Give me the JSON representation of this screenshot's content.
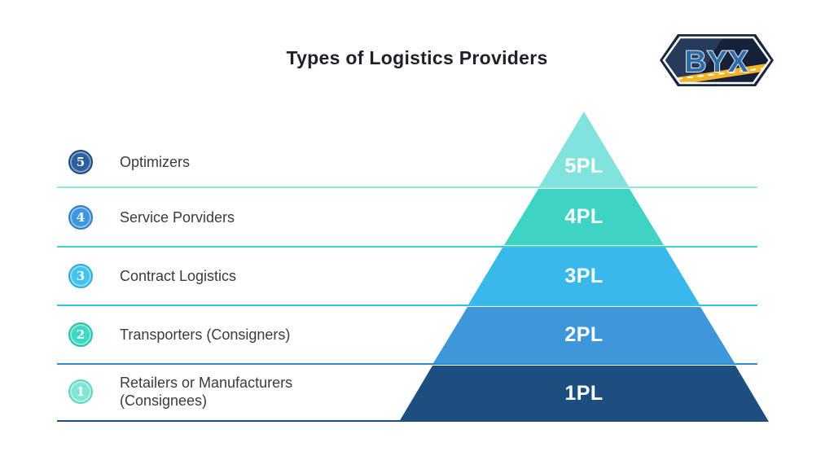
{
  "title": "Types of Logistics Providers",
  "logo": {
    "text": "BYX"
  },
  "levels": [
    {
      "num": "5",
      "label1": "Optimizers",
      "label2": "",
      "pyramid_label": "5PL",
      "badge_color": "#2c5f9e",
      "line_color": "#8ae8e4",
      "segment_color": "#82e3dc"
    },
    {
      "num": "4",
      "label1": "Service Porviders",
      "label2": "",
      "pyramid_label": "4PL",
      "badge_color": "#3e96df",
      "line_color": "#3dd4c4",
      "segment_color": "#3ed3c2"
    },
    {
      "num": "3",
      "label1": "Contract Logistics",
      "label2": "",
      "pyramid_label": "3PL",
      "badge_color": "#41c4ee",
      "line_color": "#33c2ec",
      "segment_color": "#38b9e9"
    },
    {
      "num": "2",
      "label1": "Transporters (Consigners)",
      "label2": "",
      "pyramid_label": "2PL",
      "badge_color": "#3ed8c4",
      "line_color": "#2f8cce",
      "segment_color": "#3d97d8"
    },
    {
      "num": "1",
      "label1": "Retailers or Manufacturers",
      "label2": "(Consignees)",
      "pyramid_label": "1PL",
      "badge_color": "#7fe5d5",
      "line_color": "#1d4e7f",
      "segment_color": "#1c4e80"
    }
  ]
}
